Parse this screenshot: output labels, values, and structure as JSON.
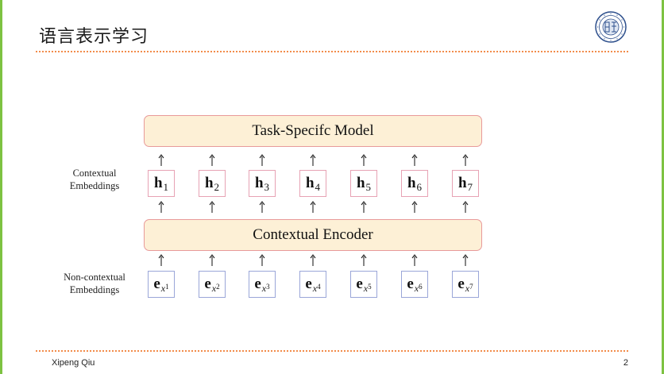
{
  "slide": {
    "title": "语言表示学习",
    "footer_author": "Xipeng Qiu",
    "page_number": "2"
  },
  "diagram": {
    "task_model_label": "Task-Specifc Model",
    "encoder_label": "Contextual Encoder",
    "contextual_label_line1": "Contextual",
    "contextual_label_line2": "Embeddings",
    "noncontextual_label_line1": "Non-contextual",
    "noncontextual_label_line2": "Embeddings",
    "h_vectors": [
      {
        "symbol": "h",
        "sub": "1"
      },
      {
        "symbol": "h",
        "sub": "2"
      },
      {
        "symbol": "h",
        "sub": "3"
      },
      {
        "symbol": "h",
        "sub": "4"
      },
      {
        "symbol": "h",
        "sub": "5"
      },
      {
        "symbol": "h",
        "sub": "6"
      },
      {
        "symbol": "h",
        "sub": "7"
      }
    ],
    "e_vectors": [
      {
        "symbol": "e",
        "sub": "x",
        "subsub": "1"
      },
      {
        "symbol": "e",
        "sub": "x",
        "subsub": "2"
      },
      {
        "symbol": "e",
        "sub": "x",
        "subsub": "3"
      },
      {
        "symbol": "e",
        "sub": "x",
        "subsub": "4"
      },
      {
        "symbol": "e",
        "sub": "x",
        "subsub": "5"
      },
      {
        "symbol": "e",
        "sub": "x",
        "subsub": "6"
      },
      {
        "symbol": "e",
        "sub": "x",
        "subsub": "7"
      }
    ]
  },
  "colors": {
    "side_border": "#7dc242",
    "divider": "#f28c4a",
    "box_fill": "#fdf0d6",
    "box_border": "#e89a9a",
    "h_border": "#e7a2b4",
    "e_border": "#9aa6d8"
  }
}
